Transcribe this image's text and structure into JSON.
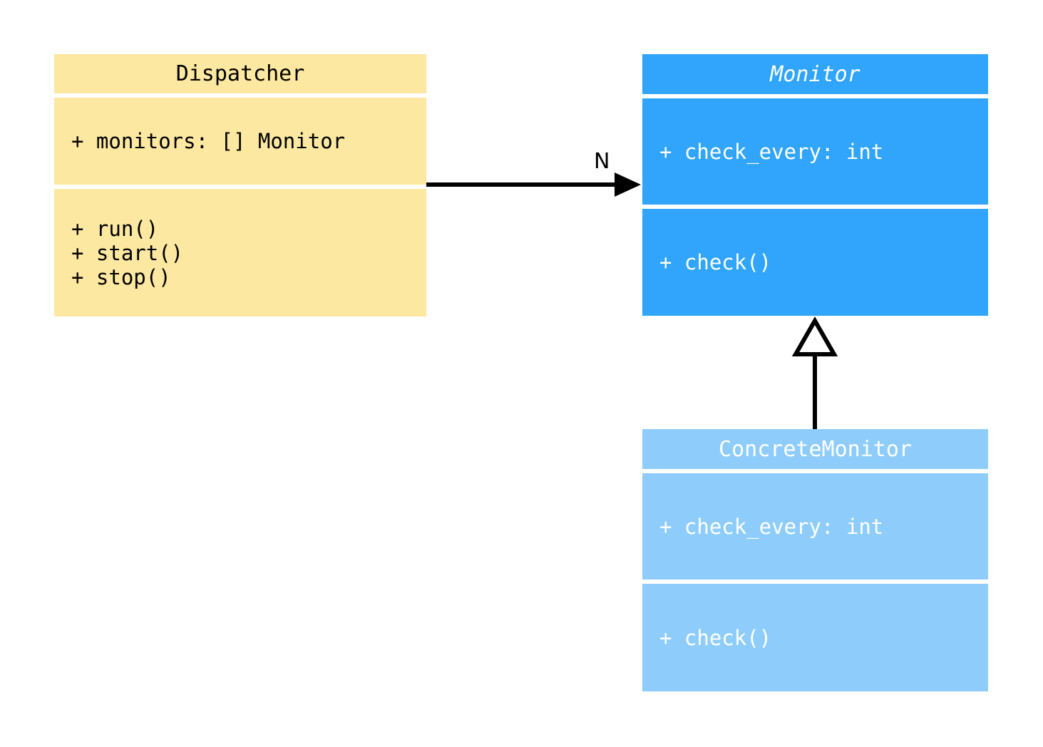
{
  "diagram": {
    "type": "uml-class-diagram",
    "background": "#ffffff"
  },
  "classes": [
    {
      "id": "dispatcher",
      "name": "Dispatcher",
      "abstract": false,
      "fill": "#FCE8A0",
      "text_color": "#000000",
      "attributes": [
        "+ monitors: [] Monitor"
      ],
      "methods": [
        "+ run()",
        "+ start()",
        "+ stop()"
      ]
    },
    {
      "id": "monitor",
      "name": "Monitor",
      "abstract": true,
      "fill": "#30A5FB",
      "text_color": "#ffffff",
      "attributes": [
        "+ check_every: int"
      ],
      "methods": [
        "+ check()"
      ]
    },
    {
      "id": "concrete-monitor",
      "name": "ConcreteMonitor",
      "abstract": false,
      "fill": "#8ECDFB",
      "text_color": "#ffffff",
      "attributes": [
        "+ check_every: int"
      ],
      "methods": [
        "+ check()"
      ]
    }
  ],
  "relations": [
    {
      "id": "dispatcher-to-monitor",
      "kind": "association",
      "from": "Dispatcher",
      "to": "Monitor",
      "arrowhead": "filled-arrow",
      "label": "N",
      "stroke": "#000000"
    },
    {
      "id": "concrete-monitor-to-monitor",
      "kind": "generalization",
      "from": "ConcreteMonitor",
      "to": "Monitor",
      "arrowhead": "hollow-triangle",
      "label": "",
      "stroke": "#000000"
    }
  ]
}
